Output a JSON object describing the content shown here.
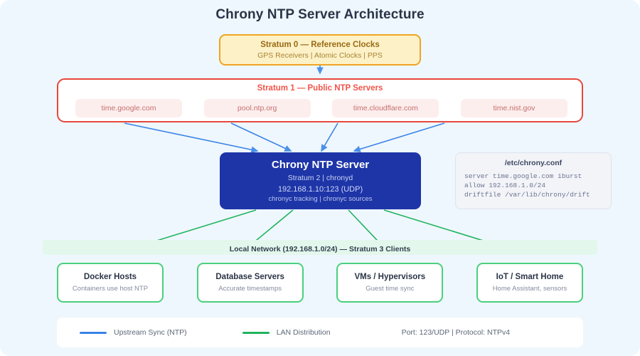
{
  "title": "Chrony NTP Server Architecture",
  "colors": {
    "background": "#eef7fd",
    "upstream_line": "#3b82e8",
    "lan_line": "#22b35e",
    "arrow_head": "#4a90e8",
    "stratum0_border": "#f0a423",
    "stratum0_fill": "#fdf1c8",
    "stratum1_border": "#e8473c",
    "chrony_fill": "#1e35a8",
    "client_border": "#4ad07e",
    "lan_band": "#e3f7ec"
  },
  "stratum0": {
    "title": "Stratum 0 — Reference Clocks",
    "subtitle": "GPS Receivers | Atomic Clocks | PPS"
  },
  "stratum1": {
    "title": "Stratum 1 — Public NTP Servers",
    "servers": [
      {
        "name": "time.google.com"
      },
      {
        "name": "pool.ntp.org"
      },
      {
        "name": "time.cloudflare.com"
      },
      {
        "name": "time.nist.gov"
      }
    ]
  },
  "chrony": {
    "title": "Chrony NTP Server",
    "role": "Stratum 2 | chronyd",
    "address": "192.168.1.10:123 (UDP)",
    "commands": "chronyc tracking | chronyc sources"
  },
  "config": {
    "title": "/etc/chrony.conf",
    "lines": [
      "server time.google.com iburst",
      "allow 192.168.1.0/24",
      "driftfile /var/lib/chrony/drift"
    ]
  },
  "lan": {
    "label": "Local Network (192.168.1.0/24) — Stratum 3 Clients"
  },
  "clients": [
    {
      "title": "Docker Hosts",
      "subtitle": "Containers use host NTP"
    },
    {
      "title": "Database Servers",
      "subtitle": "Accurate timestamps"
    },
    {
      "title": "VMs / Hypervisors",
      "subtitle": "Guest time sync"
    },
    {
      "title": "IoT / Smart Home",
      "subtitle": "Home Assistant, sensors"
    }
  ],
  "legend": {
    "upstream_label": "Upstream Sync (NTP)",
    "lan_label": "LAN Distribution",
    "note": "Port: 123/UDP | Protocol: NTPv4"
  }
}
